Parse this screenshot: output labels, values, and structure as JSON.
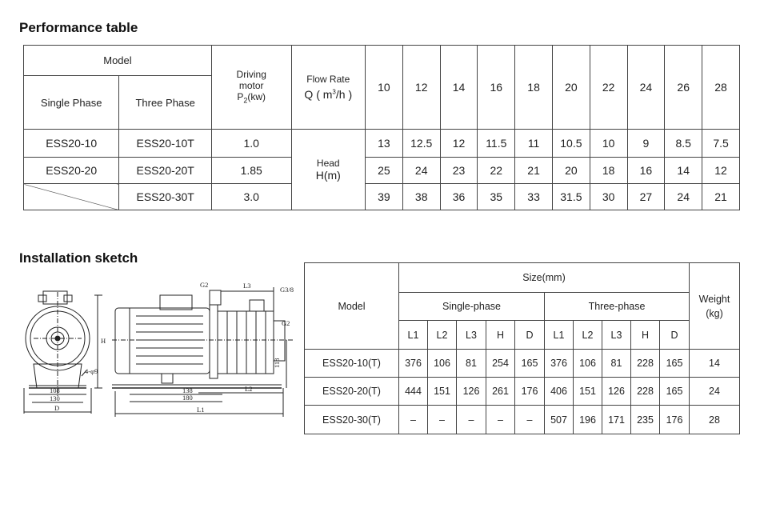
{
  "performance": {
    "heading": "Performance table",
    "model_label": "Model",
    "single_phase_label": "Single Phase",
    "three_phase_label": "Three Phase",
    "driving_motor_label": "Driving motor",
    "p2_label": "P",
    "p2_sub": "2",
    "p2_unit": "(kw)",
    "flow_rate_label": "Flow Rate",
    "q_label": "Q ( m",
    "q_sup": "3",
    "q_unit": "/h )",
    "head_label": "Head",
    "head_unit": "H(m)",
    "flows": [
      "10",
      "12",
      "14",
      "16",
      "18",
      "20",
      "22",
      "24",
      "26",
      "28"
    ],
    "rows": [
      {
        "single": "ESS20-10",
        "three": "ESS20-10T",
        "power": "1.0",
        "heads": [
          "13",
          "12.5",
          "12",
          "11.5",
          "11",
          "10.5",
          "10",
          "9",
          "8.5",
          "7.5"
        ]
      },
      {
        "single": "ESS20-20",
        "three": "ESS20-20T",
        "power": "1.85",
        "heads": [
          "25",
          "24",
          "23",
          "22",
          "21",
          "20",
          "18",
          "16",
          "14",
          "12"
        ]
      },
      {
        "single": "",
        "three": "ESS20-30T",
        "power": "3.0",
        "heads": [
          "39",
          "38",
          "36",
          "35",
          "33",
          "31.5",
          "30",
          "27",
          "24",
          "21"
        ]
      }
    ]
  },
  "installation": {
    "heading": "Installation sketch",
    "model_label": "Model",
    "size_label": "Size(mm)",
    "single_phase_label": "Single-phase",
    "three_phase_label": "Three-phase",
    "weight_label": "Weight",
    "weight_unit": "(kg)",
    "columns": [
      "L1",
      "L2",
      "L3",
      "H",
      "D"
    ],
    "rows": [
      {
        "model": "ESS20-10(T)",
        "single": [
          "376",
          "106",
          "81",
          "254",
          "165"
        ],
        "three": [
          "376",
          "106",
          "81",
          "228",
          "165"
        ],
        "weight": "14"
      },
      {
        "model": "ESS20-20(T)",
        "single": [
          "444",
          "151",
          "126",
          "261",
          "176"
        ],
        "three": [
          "406",
          "151",
          "126",
          "228",
          "165"
        ],
        "weight": "24"
      },
      {
        "model": "ESS20-30(T)",
        "single": [
          "–",
          "–",
          "–",
          "–",
          "–"
        ],
        "three": [
          "507",
          "196",
          "171",
          "235",
          "176"
        ],
        "weight": "28"
      }
    ]
  },
  "sketch": {
    "labels": {
      "g2_top": "G2",
      "l3": "L3",
      "g3_8": "G3/8",
      "g2_side": "G2",
      "h": "H",
      "h118": "118",
      "holes": "4-φ9",
      "d108": "108",
      "d130": "130",
      "d": "D",
      "d138": "138",
      "d180": "180",
      "l2": "L2",
      "l1": "L1"
    }
  }
}
